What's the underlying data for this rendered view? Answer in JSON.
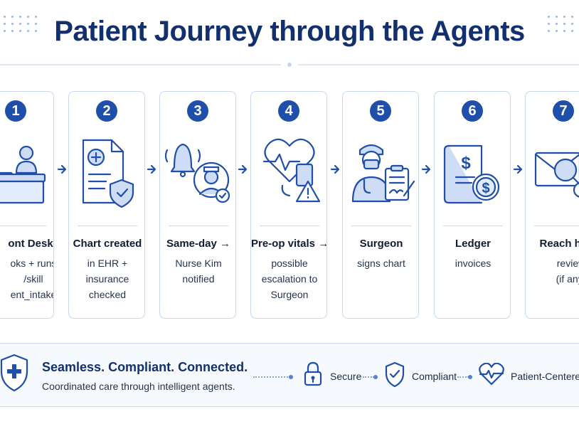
{
  "title": "Patient Journey through the Agents",
  "steps": [
    {
      "number": "1",
      "label": "ont Desk",
      "description": "oks + runs\n/skill\nent_intake",
      "icon": "front-desk-icon"
    },
    {
      "number": "2",
      "label": "Chart created",
      "description": "in EHR +\ninsurance\nchecked",
      "icon": "chart-document-icon"
    },
    {
      "number": "3",
      "label": "Same-day →",
      "description": "Nurse Kim\nnotified",
      "icon": "bell-nurse-icon"
    },
    {
      "number": "4",
      "label": "Pre-op vitals →",
      "description": "possible\nescalation to\nSurgeon",
      "icon": "heart-vitals-alert-icon"
    },
    {
      "number": "5",
      "label": "Surgeon",
      "description": "signs chart",
      "icon": "surgeon-clipboard-icon"
    },
    {
      "number": "6",
      "label": "Ledger",
      "description": "invoices",
      "icon": "ledger-invoice-icon"
    },
    {
      "number": "7",
      "label": "Reach hand",
      "description": "review\n(if any)",
      "icon": "envelope-search-icon"
    }
  ],
  "footer": {
    "tagline": "Seamless. Compliant. Connected.",
    "subtagline": "Coordinated care through intelligent agents.",
    "badges": [
      {
        "label": "Secure",
        "icon": "lock-icon"
      },
      {
        "label": "Compliant",
        "icon": "shield-check-icon"
      },
      {
        "label": "Patient-Centered",
        "icon": "heart-pulse-icon"
      }
    ]
  },
  "colors": {
    "primary": "#1f4fa8",
    "title": "#12306e",
    "border": "#c9d6ee",
    "icon_fill": "#e3ecfa"
  }
}
